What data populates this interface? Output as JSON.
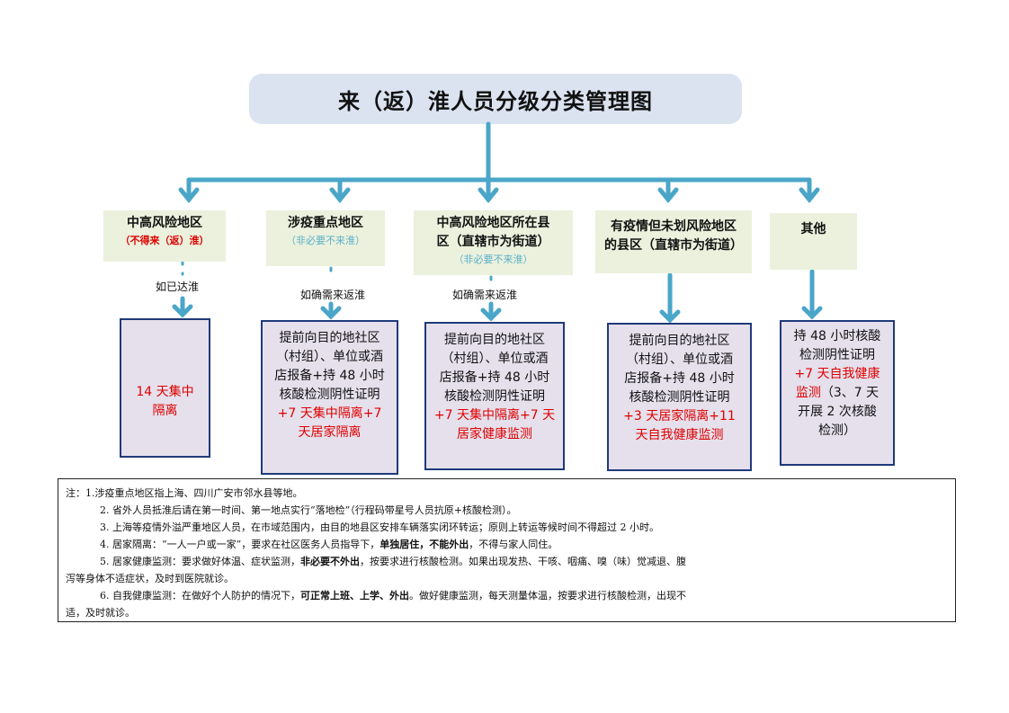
{
  "title": "来（返）淮人员分级分类管理图",
  "categories": [
    {
      "label": "中高风险地区",
      "note": "（不得来（返）淮）",
      "note_color": "#e00000"
    },
    {
      "label": "涉疫重点地区",
      "note": "（非必要不来淮）",
      "note_color": "#5ab0c8"
    },
    {
      "label_lines": [
        "中高风险地区所在县",
        "区（直辖市为街道）"
      ],
      "note": "（非必要不来淮）",
      "note_color": "#5ab0c8"
    },
    {
      "label_lines": [
        "有疫情但未划风险地区",
        "的县区（直辖市为街道）"
      ]
    },
    {
      "label": "其他"
    }
  ],
  "conditions": [
    "如已达淮",
    "如确需来返淮",
    "如确需来返淮"
  ],
  "measures": [
    {
      "lines": [
        "14 天集中",
        "隔离"
      ],
      "highlight_color": "#e00000"
    },
    {
      "lines": [
        "提前向目的地社区",
        "（村组）、单位或酒",
        "店报备+持 48 小时",
        "核酸检测阴性证明",
        "+7 天集中隔离+7",
        "天居家隔离"
      ]
    },
    {
      "lines": [
        "提前向目的地社区",
        "（村组）、单位或酒",
        "店报备+持 48 小时",
        "核酸检测阴性证明",
        "+7 天集中隔离+7 天",
        "居家健康监测"
      ]
    },
    {
      "lines": [
        "提前向目的地社区",
        "（村组）、单位或酒",
        "店报备+持 48 小时",
        "核酸检测阴性证明",
        "+3 天居家隔离+11",
        "天自我健康监测"
      ]
    },
    {
      "lines": [
        "持 48 小时核酸",
        "检测阴性证明",
        "+7 天自我健康",
        "监测",
        "（3、7 天",
        "开展 2 次核酸",
        "检测）"
      ]
    }
  ],
  "notes": [
    {
      "text": "注：1.涉疫重点地区指上海、四川广安市邻水县等地。"
    },
    {
      "text": "2. 省外人员抵淮后请在第一时间、第一地点实行“落地检”（行程码带星号人员抗原+核酸检测）。"
    },
    {
      "text": "3. 上海等疫情外溢严重地区人员，在市域范围内，由目的地县区安排车辆落实闭环转运；原则上转运等候时间不得超过 2 小时。"
    },
    {
      "pre": "4. 居家隔离：“一人一户或一家”，要求在社区医务人员指导下，",
      "bold": "单独居住，不能外出",
      "post": "，不得与家人同住。"
    },
    {
      "pre": "5. 居家健康监测：要求做好体温、症状监测，",
      "bold": "非必要不外出",
      "post": "，按要求进行核酸检测。如果出现发热、干咳、咽痛、嗅（味）觉减退、腹"
    },
    {
      "text": "泻等身体不适症状，及时到医院就诊。"
    },
    {
      "pre": "6. 自我健康监测：在做好个人防护的情况下，",
      "bold": "可正常上班、上学、外出",
      "post": "。做好健康监测，每天测量体温，按要求进行核酸检测，出现不"
    },
    {
      "text": "适，及时就诊。"
    }
  ],
  "colors": {
    "arrow": "#4aa6c8",
    "title_bg": "#dbe3f1",
    "category_bg": "#ebf1dd",
    "measure_bg": "#e5e0ec",
    "measure_border": "#1f3a7a",
    "highlight": "#e00000"
  }
}
